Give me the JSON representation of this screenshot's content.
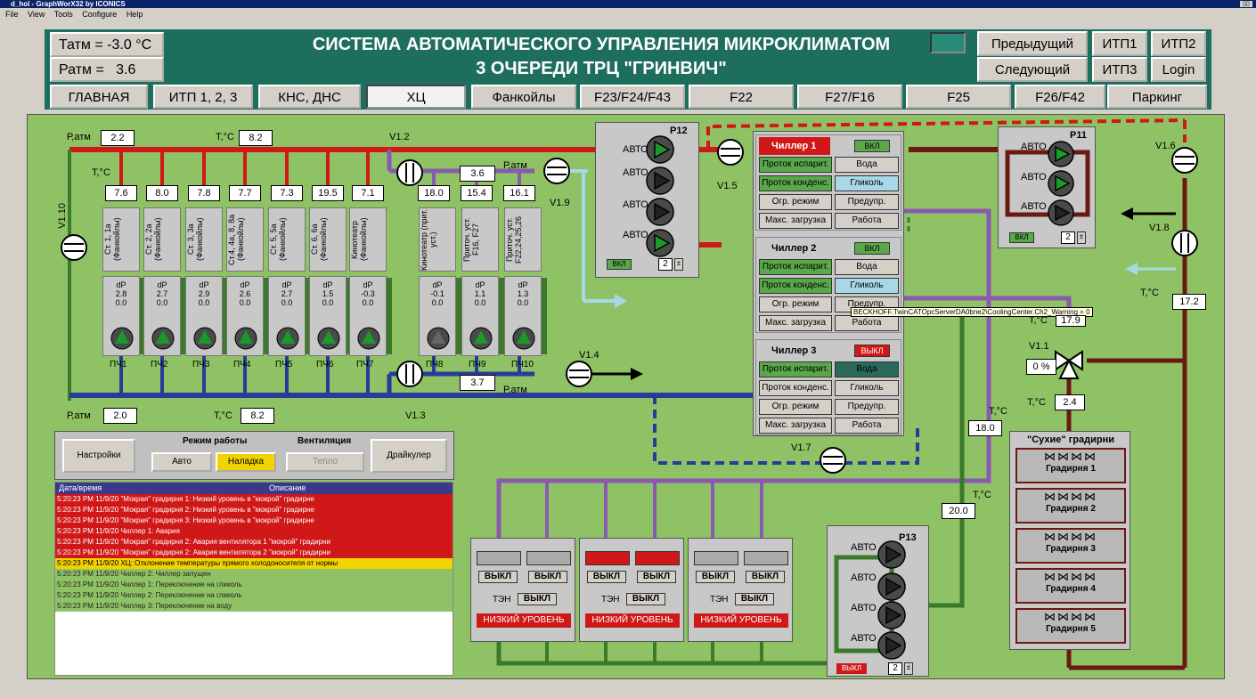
{
  "window": {
    "title": "d_hol - GraphWorX32 by ICONICS",
    "menu": [
      "File",
      "View",
      "Tools",
      "Configure",
      "Help"
    ]
  },
  "header": {
    "t_label": "Татм =",
    "t_value": "-3.0 °C",
    "p_label": "Ратм =",
    "p_value": "3.6",
    "title_line1": "СИСТЕМА АВТОМАТИЧЕСКОГО УПРАВЛЕНИЯ МИКРОКЛИМАТОМ",
    "title_line2": "3 ОЧЕРЕДИ ТРЦ \"ГРИНВИЧ\"",
    "prev": "Предыдущий",
    "next": "Следующий",
    "itp1": "ИТП1",
    "itp2": "ИТП2",
    "itp3": "ИТП3",
    "login": "Login"
  },
  "nav": [
    "ГЛАВНАЯ",
    "ИТП 1, 2, 3",
    "КНС, ДНС",
    "ХЦ",
    "Фанкойлы",
    "F23/F24/F43",
    "F22",
    "F27/F16",
    "F25",
    "F26/F42",
    "Паркинг"
  ],
  "supply": {
    "p_label": "Р,атм",
    "p_value": "2.2",
    "t_label": "Т,°С",
    "t_value": "8.2",
    "valve": "V1.2",
    "v10": "V1.10"
  },
  "return": {
    "p_label": "Р,атм",
    "p_value": "2.0",
    "t_label": "Т,°С",
    "t_value": "8.2",
    "valve": "V1.3"
  },
  "branch_t": "Т,°С",
  "fancoils": [
    {
      "temp": "7.6",
      "name": "Ст. 1, 1а (Фанкойлы)",
      "dp": "2.8",
      "v": "0.0",
      "pch": "ПЧ1"
    },
    {
      "temp": "8.0",
      "name": "Ст. 2, 2а (Фанкойлы)",
      "dp": "2.7",
      "v": "0.0",
      "pch": "ПЧ2"
    },
    {
      "temp": "7.8",
      "name": "Ст. 3, 3а (Фанкойлы)",
      "dp": "2.9",
      "v": "0.0",
      "pch": "ПЧ3"
    },
    {
      "temp": "7.7",
      "name": "Ст.4, 4а, 8, 8а (Фанкойлы)",
      "dp": "2.6",
      "v": "0.0",
      "pch": "ПЧ4"
    },
    {
      "temp": "7.3",
      "name": "Ст. 5, 5а (Фанкойлы)",
      "dp": "2.7",
      "v": "0.0",
      "pch": "ПЧ5"
    },
    {
      "temp": "19.5",
      "name": "Ст. 6, 6а (Фанкойлы)",
      "dp": "1.5",
      "v": "0.0",
      "pch": "ПЧ6"
    },
    {
      "temp": "7.1",
      "name": "Кинотеатр (Фанкойлы)",
      "dp": "-0.3",
      "v": "0.0",
      "pch": "ПЧ7"
    },
    {
      "temp": "18.0",
      "name": "Кинотеатр (прит. уст.)",
      "dp": "-0.1",
      "v": "0.0",
      "pch": "ПЧ8"
    },
    {
      "temp": "15.4",
      "name": "Приточ. уст. F16, F27",
      "dp": "1.1",
      "v": "0.0",
      "pch": "ПЧ9"
    },
    {
      "temp": "16.1",
      "name": "Приточ. уст. F22,24,25,26",
      "dp": "1.3",
      "v": "0.0",
      "pch": "ПЧ10"
    }
  ],
  "dp_label": "dP",
  "mid": {
    "p_top_label": "Р,атм",
    "p_top": "3.6",
    "v19": "V1.9",
    "v14": "V1.4",
    "p_bot": "3.7",
    "p_bot_label": "Р,атм"
  },
  "p12": {
    "name": "P12",
    "auto": "АВТО",
    "vkl": "ВКЛ",
    "num": "2"
  },
  "chillers": [
    {
      "name": "Чиллер 1",
      "status": "ВКЛ",
      "flow_evap": "Проток испарит.",
      "flow_cond": "Проток конденс.",
      "water": "Вода",
      "glycol": "Гликоль",
      "limit": "Огр. режим",
      "warn": "Предупр.",
      "maxload": "Макс. загрузка",
      "work": "Работа"
    },
    {
      "name": "Чиллер 2",
      "status": "ВКЛ",
      "flow_evap": "Проток испарит.",
      "flow_cond": "Проток конденс.",
      "water": "Вода",
      "glycol": "Гликоль",
      "limit": "Огр. режим",
      "warn": "Предупр.",
      "maxload": "Макс. загрузка",
      "work": "Работа"
    },
    {
      "name": "Чиллер 3",
      "status": "ВЫКЛ",
      "flow_evap": "Проток испарит.",
      "flow_cond": "Проток конденс.",
      "water": "Вода",
      "glycol": "Гликоль",
      "limit": "Огр. режим",
      "warn": "Предупр.",
      "maxload": "Макс. загрузка",
      "work": "Работа"
    }
  ],
  "tooltip": "BECKHOFF.TwinCATOpcServerDA0bne2\\CoolingCenter.Ch2_Warning = 0",
  "valves": {
    "v15": "V1.5",
    "v16": "V1.6",
    "v17": "V1.7",
    "v18": "V1.8",
    "v11": "V1.1",
    "v11_val": "0 %"
  },
  "p11": {
    "name": "P11",
    "auto": "АВТО",
    "vkl": "ВКЛ",
    "num": "2"
  },
  "right_temps": {
    "t_label": "Т,°С",
    "t1": "17.2",
    "t2": "17.9",
    "t3": "2.4",
    "t4": "18.0",
    "t5": "20.0"
  },
  "dry": {
    "title": "\"Сухие\" градирни",
    "items": [
      "Градирня 1",
      "Градирня 2",
      "Градирня 3",
      "Градирня 4",
      "Градирня 5"
    ]
  },
  "p13": {
    "name": "P13",
    "auto": "АВТО",
    "vykl": "ВЫКЛ",
    "num": "2"
  },
  "mode": {
    "settings": "Настройки",
    "work_label": "Режим работы",
    "auto": "Авто",
    "tuning": "Наладка",
    "vent_label": "Вентиляция",
    "heat": "Тепло",
    "drycooler": "Драйкулер"
  },
  "wet": {
    "vykl": "ВЫКЛ",
    "ten": "ТЭН",
    "low": "НИЗКИЙ УРОВЕНЬ"
  },
  "alarms": {
    "h_date": "Дата/время",
    "h_desc": "Описание",
    "rows": [
      {
        "t": "5:20:23 PM  11/9/20",
        "d": "\"Мокрая\" градирня 1: Низкий уровень в \"мокрой\" градирне",
        "c": "r"
      },
      {
        "t": "5:20:23 PM  11/9/20",
        "d": "\"Мокрая\" градирня 2: Низкий уровень в \"мокрой\" градирне",
        "c": "r"
      },
      {
        "t": "5:20:23 PM  11/9/20",
        "d": "\"Мокрая\" градирня 3: Низкий уровень в \"мокрой\" градирне",
        "c": "r"
      },
      {
        "t": "5:20:23 PM  11/9/20",
        "d": "Чиллер 1: Авария",
        "c": "r"
      },
      {
        "t": "5:20:23 PM  11/9/20",
        "d": "\"Мокрая\" градирня 2: Авария вентилятора 1 \"мокрой\" градирни",
        "c": "r"
      },
      {
        "t": "5:20:23 PM  11/9/20",
        "d": "\"Мокрая\" градирня 2: Авария вентилятора 2 \"мокрой\" градирни",
        "c": "r"
      },
      {
        "t": "5:20:23 PM  11/9/20",
        "d": "ХЦ: Отклонение температуры прямого холодоносителя от нормы",
        "c": "y"
      },
      {
        "t": "5:20:23 PM  11/9/20",
        "d": "Чиллер 2: Чиллер запущен",
        "c": "g"
      },
      {
        "t": "5:20:23 PM  11/9/20",
        "d": "Чиллер 1: Переключение на гликоль",
        "c": "g"
      },
      {
        "t": "5:20:23 PM  11/9/20",
        "d": "Чиллер 2: Переключение на гликоль",
        "c": "g"
      },
      {
        "t": "5:20:23 PM  11/9/20",
        "d": "Чиллер 3: Переключение на воду",
        "c": "g"
      }
    ]
  }
}
